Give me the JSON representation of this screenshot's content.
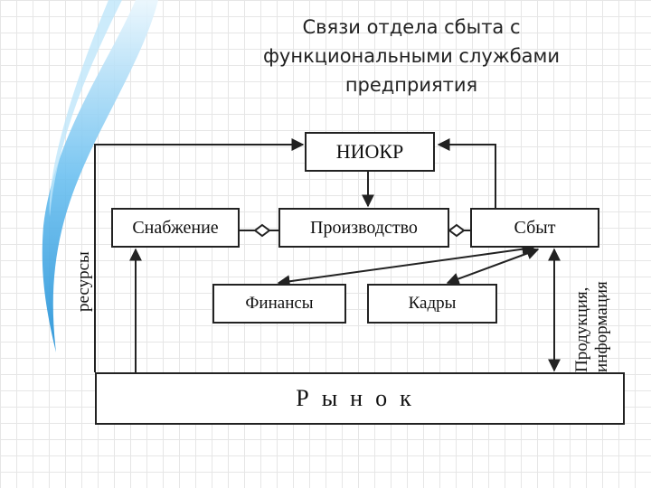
{
  "title": {
    "line1": "Связи отдела сбыта с",
    "line2": "функциональными службами",
    "line3": "предприятия"
  },
  "boxes": {
    "niokr": "НИОКР",
    "supply": "Снабжение",
    "production": "Производство",
    "sales": "Сбыт",
    "finance": "Финансы",
    "hr": "Кадры",
    "market": "Рынок"
  },
  "labels": {
    "resources": "ресурсы",
    "products_line1": "Продукция,",
    "products_line2": "информация"
  },
  "colors": {
    "line": "#222222",
    "swoosh_dark": "#1f8fd6",
    "swoosh_light": "#8fd0f5"
  }
}
